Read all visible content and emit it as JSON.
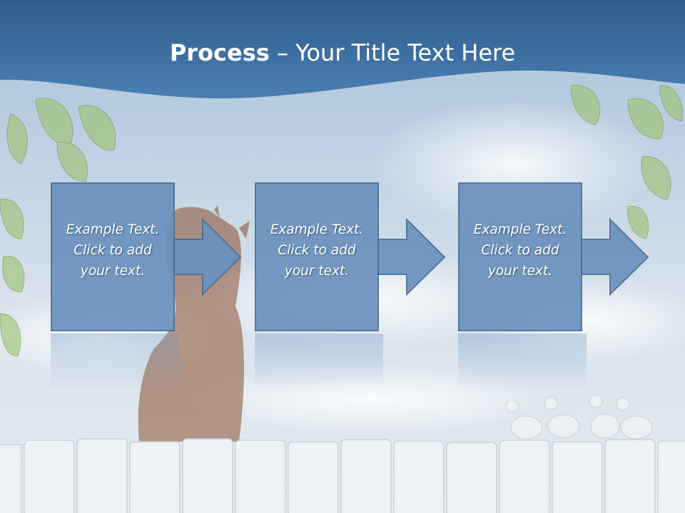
{
  "title": {
    "bold": "Process",
    "rest": " – Your Title Text Here"
  },
  "steps": [
    {
      "label": "Example Text.\nClick  to add\nyour text."
    },
    {
      "label": "Example Text.\nClick  to add\nyour text."
    },
    {
      "label": "Example Text.\nClick  to add\nyour text."
    }
  ],
  "colors": {
    "header": "#3f6f9f",
    "box": "#6a92be",
    "box_border": "#4a6f97"
  }
}
